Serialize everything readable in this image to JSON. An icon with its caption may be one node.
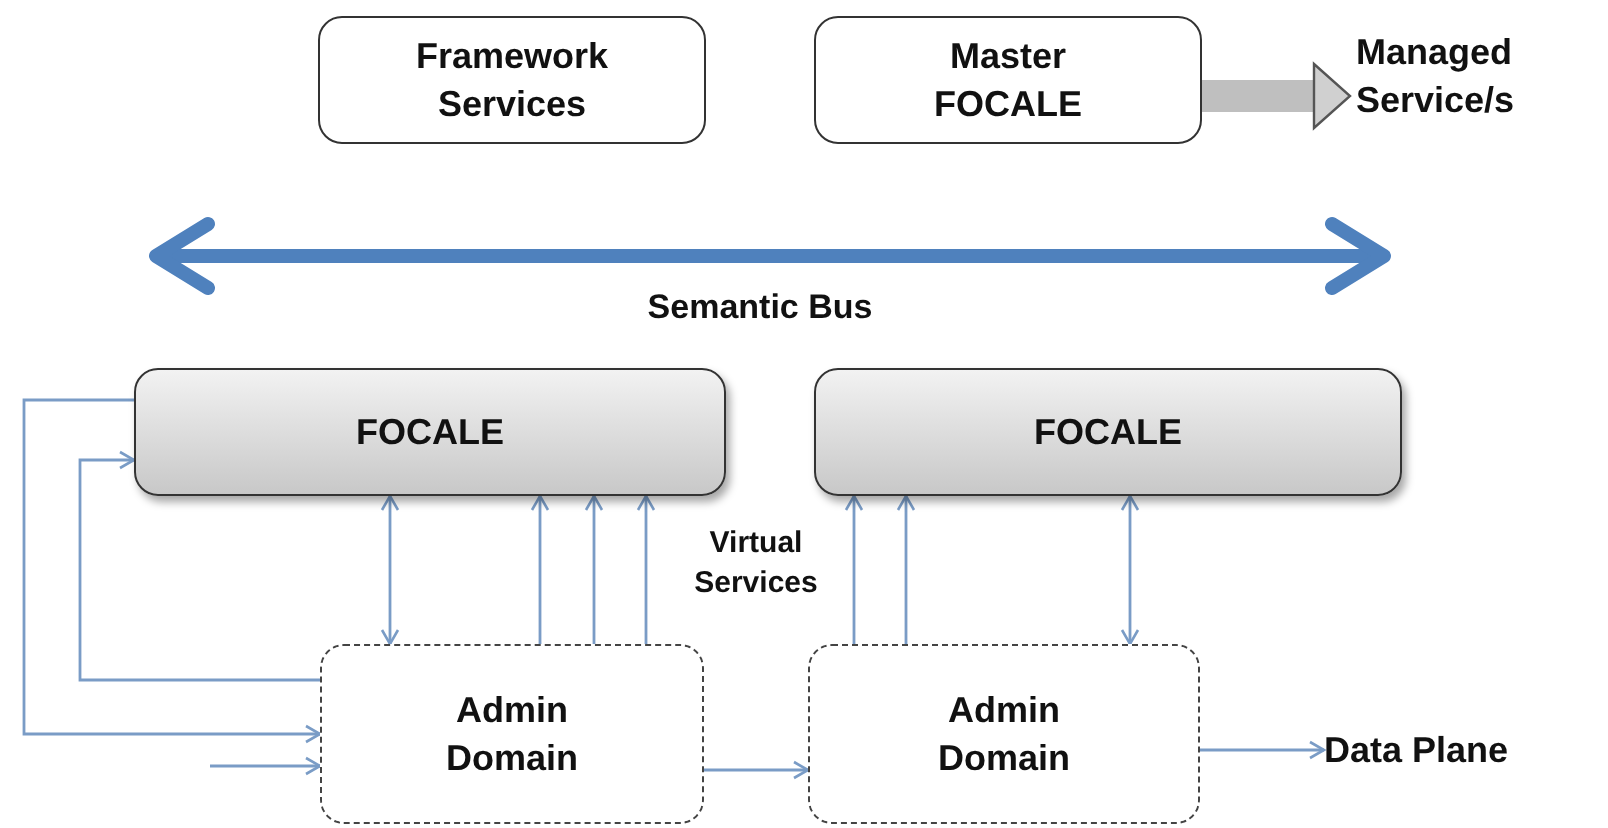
{
  "diagram": {
    "nodes": [
      {
        "text": [
          "Framework Services"
        ]
      },
      {
        "text": [
          "Master FOCALE"
        ]
      },
      {
        "text": [
          "Managed Service/s"
        ]
      },
      {
        "text": [
          "FOCALE"
        ]
      },
      {
        "text": [
          "FOCALE"
        ]
      },
      {
        "text": [
          "Admin Domain"
        ]
      },
      {
        "text": [
          "Admin Domain"
        ]
      },
      {
        "text": [
          "Data Plane"
        ]
      }
    ],
    "edges": [
      {
        "from": 1,
        "to": 2,
        "arrow": "to",
        "style": "thick",
        "color": "#bfbfbf"
      },
      {
        "from": 3,
        "to": 5,
        "arrow": "both"
      },
      {
        "from": 5,
        "to": 3,
        "arrow": "to"
      },
      {
        "from": 5,
        "to": 3,
        "arrow": "to"
      },
      {
        "from": 5,
        "to": 3,
        "arrow": "to"
      },
      {
        "from": 6,
        "to": 4,
        "arrow": "to"
      },
      {
        "from": 6,
        "to": 4,
        "arrow": "to"
      },
      {
        "from": 4,
        "to": 6,
        "arrow": "both"
      },
      {
        "from": 5,
        "to": 3,
        "arrow": "to"
      },
      {
        "from": 3,
        "to": 5,
        "arrow": "to"
      },
      {
        "from": null,
        "to": 5,
        "arrow": "to"
      },
      {
        "from": 5,
        "to": 6,
        "arrow": "to"
      },
      {
        "from": 6,
        "to": 7,
        "arrow": "to"
      }
    ],
    "labels": [
      "Semantic Bus",
      "Virtual Services"
    ]
  }
}
